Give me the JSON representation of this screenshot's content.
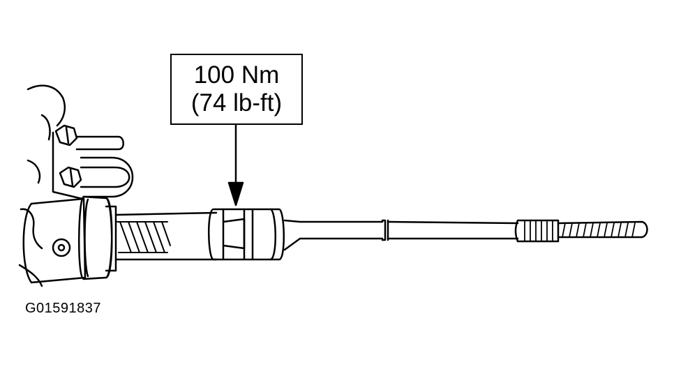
{
  "callout": {
    "line1": "100 Nm",
    "line2": "(74 lb-ft)"
  },
  "figure": {
    "id": "G01591837"
  },
  "colors": {
    "ink": "#000000",
    "paper": "#ffffff"
  }
}
